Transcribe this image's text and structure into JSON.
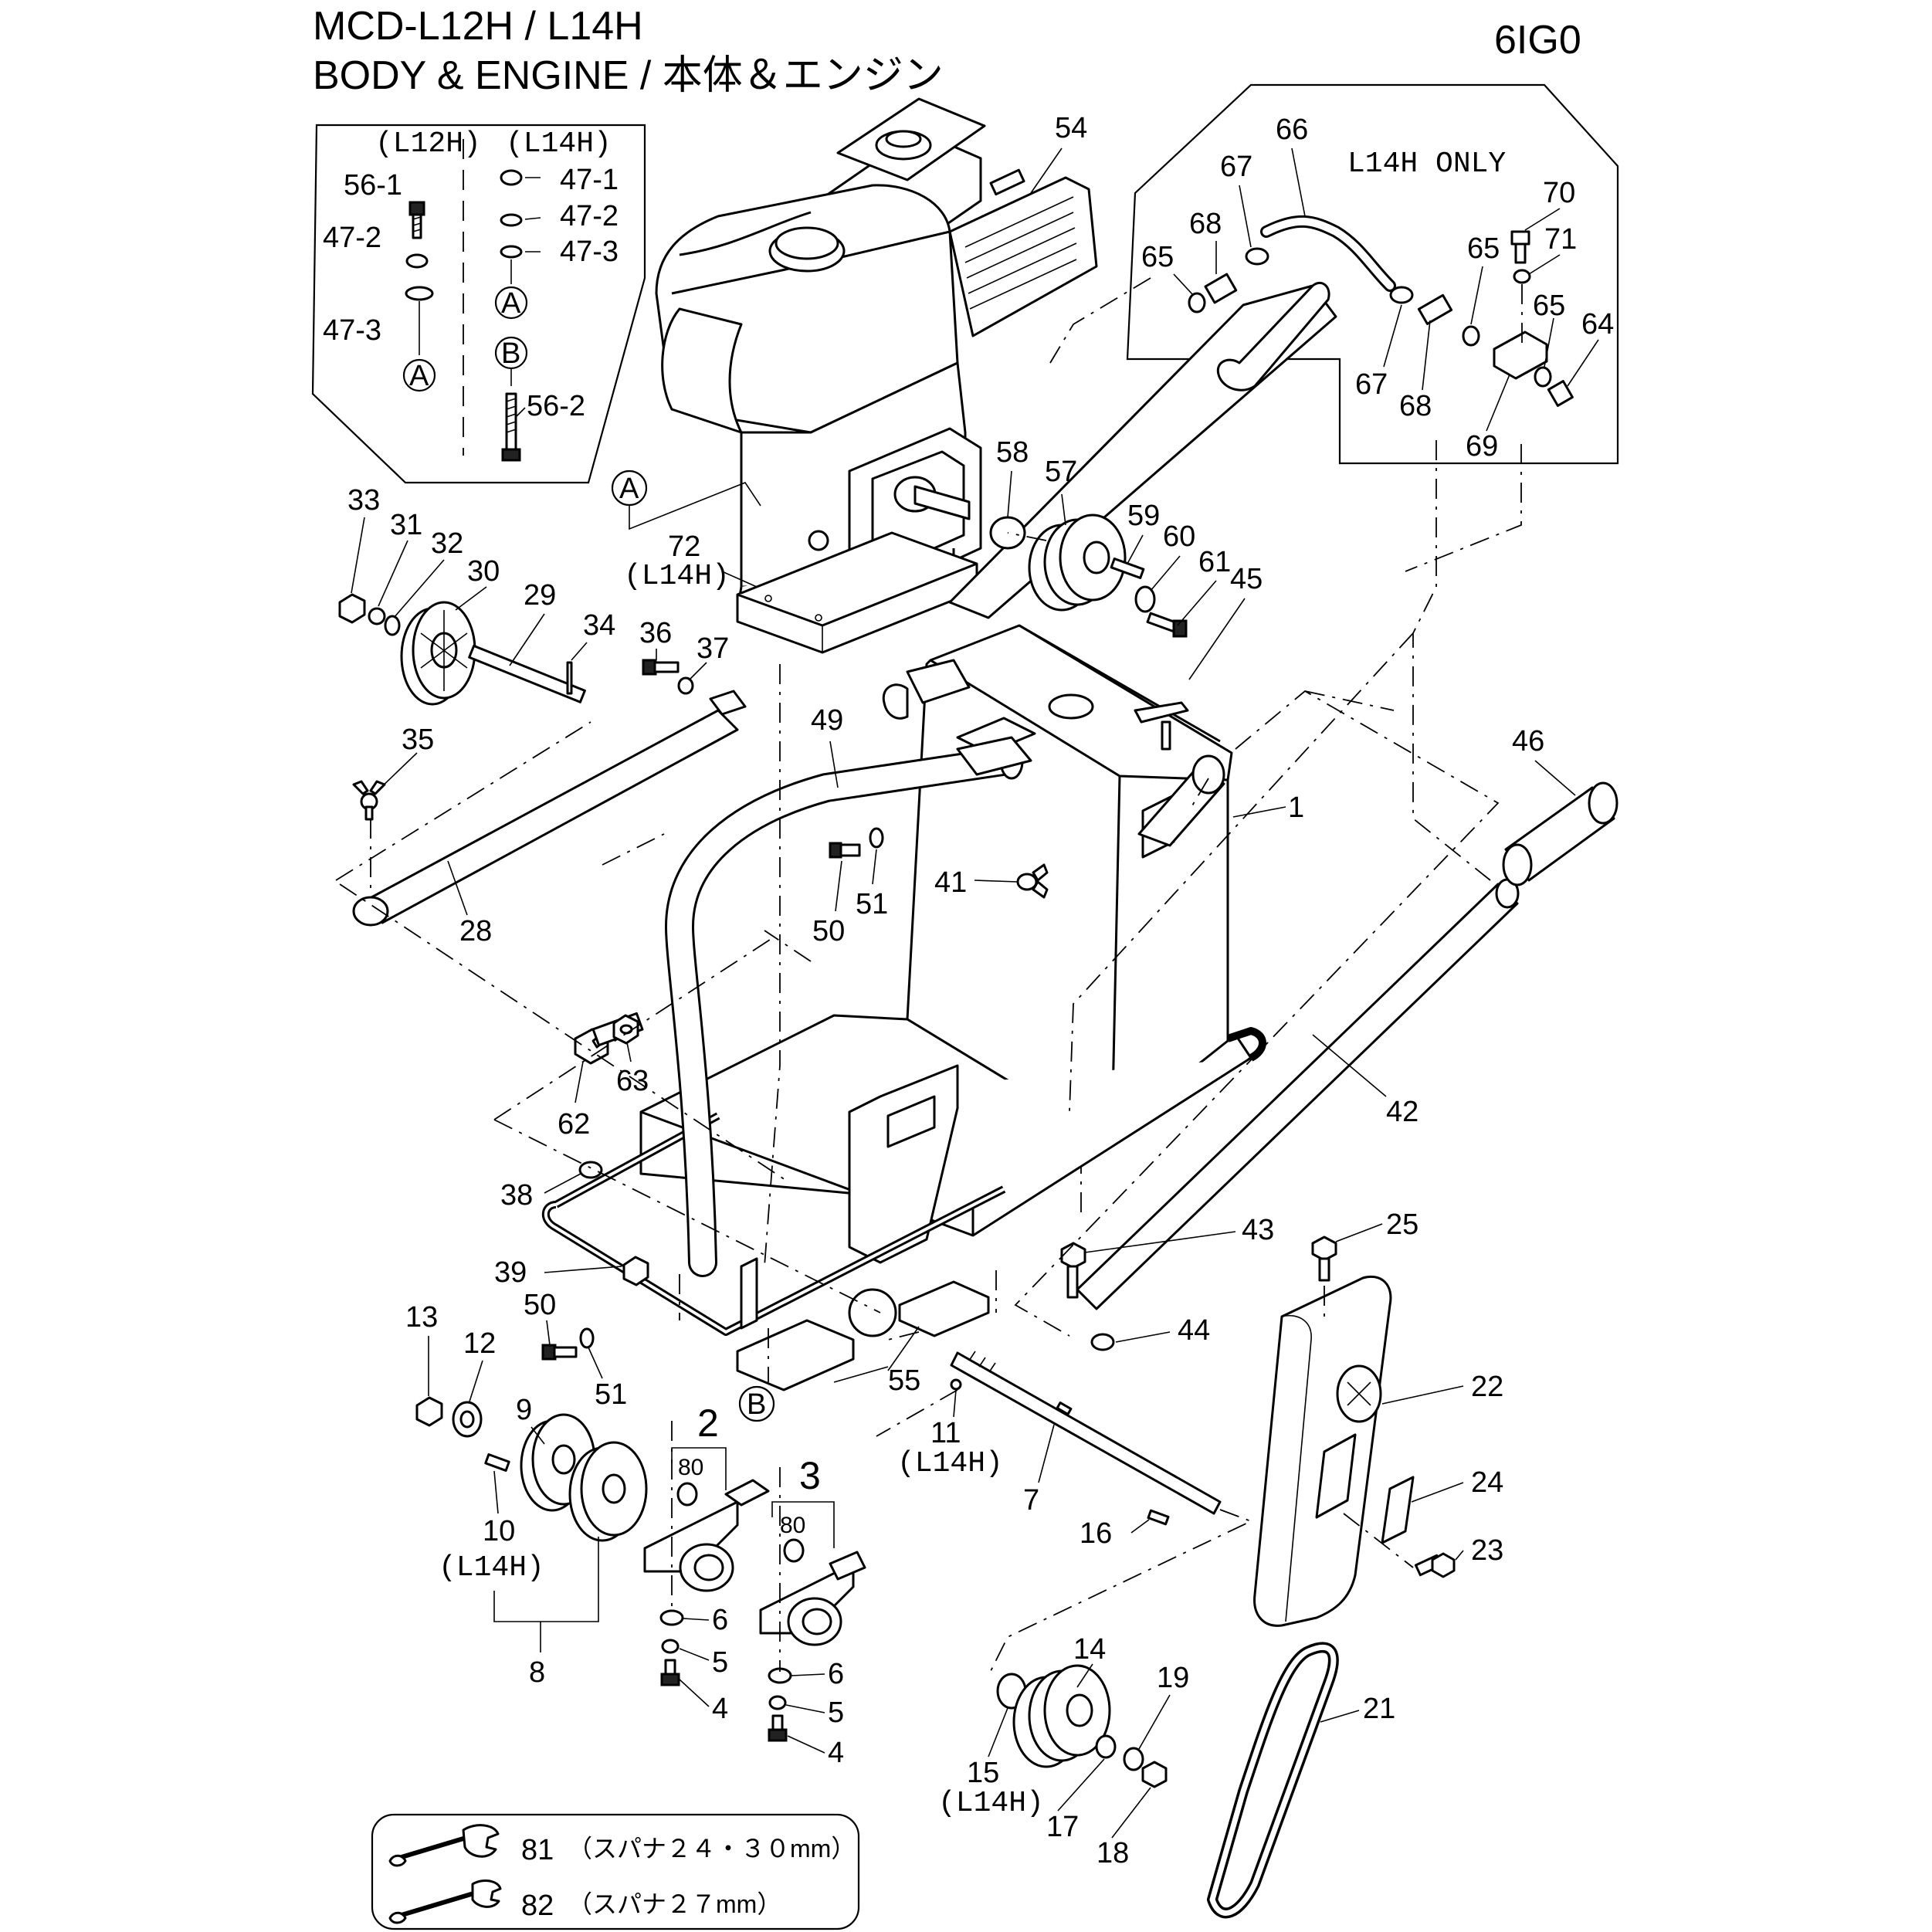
{
  "header": {
    "model": "MCD-L12H / L14H",
    "section": "BODY & ENGINE / 本体＆エンジン",
    "page_code": "6IG0"
  },
  "inset_fasteners": {
    "col_a": "(L12H)",
    "col_b": "(L14H)",
    "ref_a": "A",
    "ref_b": "B"
  },
  "inset_fuel": {
    "title": "L14H ONLY"
  },
  "callouts": [
    "1",
    "2",
    "3",
    "4",
    "5",
    "6",
    "7",
    "8",
    "9",
    "10",
    "11",
    "12",
    "13",
    "14",
    "15",
    "16",
    "17",
    "18",
    "19",
    "21",
    "22",
    "23",
    "24",
    "25",
    "28",
    "29",
    "30",
    "31",
    "32",
    "33",
    "34",
    "35",
    "36",
    "37",
    "38",
    "39",
    "41",
    "42",
    "43",
    "44",
    "45",
    "46",
    "47-1",
    "47-2",
    "47-3",
    "49",
    "50",
    "51",
    "54",
    "55",
    "56-1",
    "56-2",
    "57",
    "58",
    "59",
    "60",
    "61",
    "62",
    "63",
    "64",
    "65",
    "66",
    "67",
    "68",
    "69",
    "70",
    "71",
    "72",
    "80"
  ],
  "variant_notes": {
    "l14h": "(L14H)"
  },
  "tools": [
    {
      "part": "81",
      "desc": "（スパナ２４・３０mm）"
    },
    {
      "part": "82",
      "desc": "（スパナ２７mm）"
    }
  ]
}
